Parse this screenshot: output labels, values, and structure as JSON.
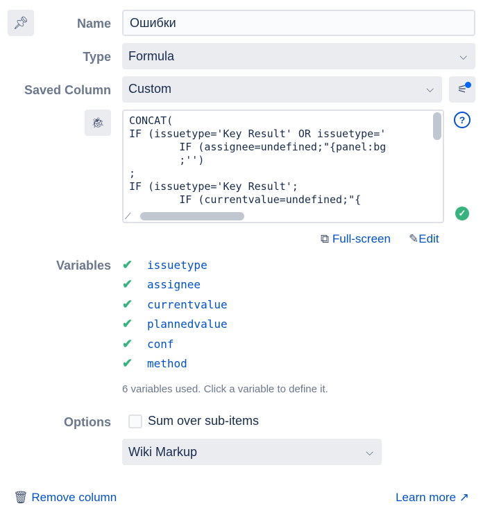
{
  "form": {
    "name_label": "Name",
    "name_value": "Ошибки",
    "type_label": "Type",
    "type_value": "Formula",
    "saved_label": "Saved Column",
    "saved_value": "Custom",
    "formula_lines": "CONCAT(\nIF (issuetype='Key Result' OR issuetype='\n        IF (assignee=undefined;\"{panel:bg\n        ;'')\n;\nIF (issuetype='Key Result';\n        IF (currentvalue=undefined;\"{",
    "fullscreen_label": "Full-screen",
    "edit_label": "Edit",
    "variables_label": "Variables",
    "variables": [
      "issuetype",
      "assignee",
      "currentvalue",
      "plannedvalue",
      "conf",
      "method"
    ],
    "variables_note": "6 variables used. Click a variable to define it.",
    "options_label": "Options",
    "sum_label": "Sum over sub-items",
    "sum_checked": false,
    "format_value": "Wiki Markup",
    "remove_label": "Remove column",
    "learn_label": "Learn more ↗"
  },
  "colors": {
    "accent": "#0052cc",
    "success": "#36b37e",
    "label": "#6b778c",
    "field_bg": "#ebecf0"
  }
}
